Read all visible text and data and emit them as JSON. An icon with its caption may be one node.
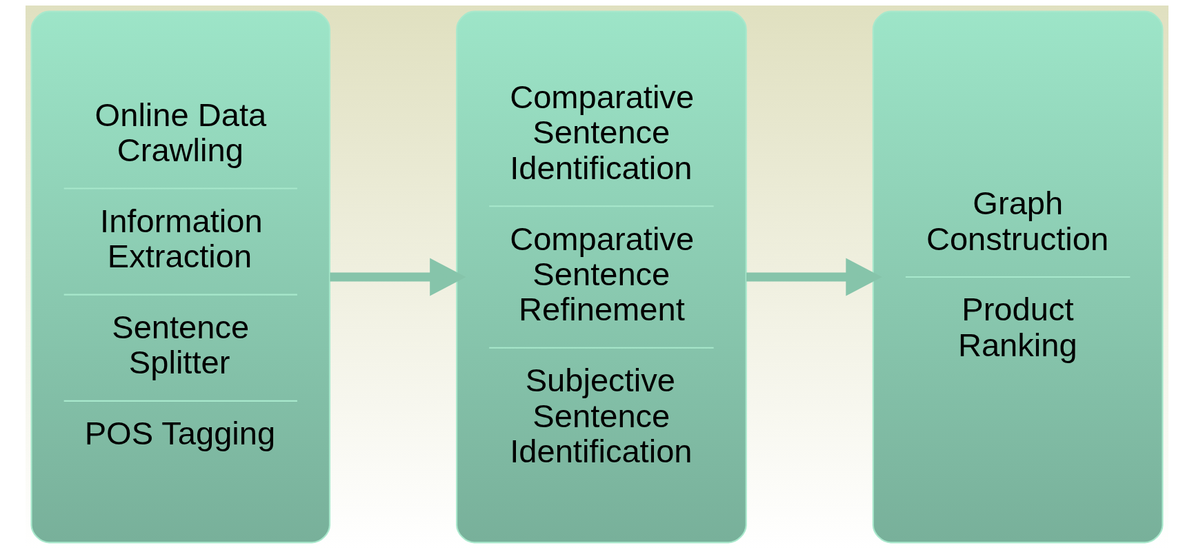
{
  "diagram": {
    "nodes": [
      {
        "text": [
          "Online Data Crawling",
          "Information Extraction",
          "Sentence Splitter",
          "POS Tagging"
        ]
      },
      {
        "text": [
          "Comparative Sentence Identification",
          "Comparative Sentence Refinement",
          "Subjective Sentence Identification"
        ]
      },
      {
        "text": [
          "Graph Construction",
          "Product Ranking"
        ]
      }
    ],
    "edges": [
      {
        "from": 0,
        "to": 1,
        "arrow": "to"
      },
      {
        "from": 1,
        "to": 2,
        "arrow": "to"
      }
    ]
  }
}
